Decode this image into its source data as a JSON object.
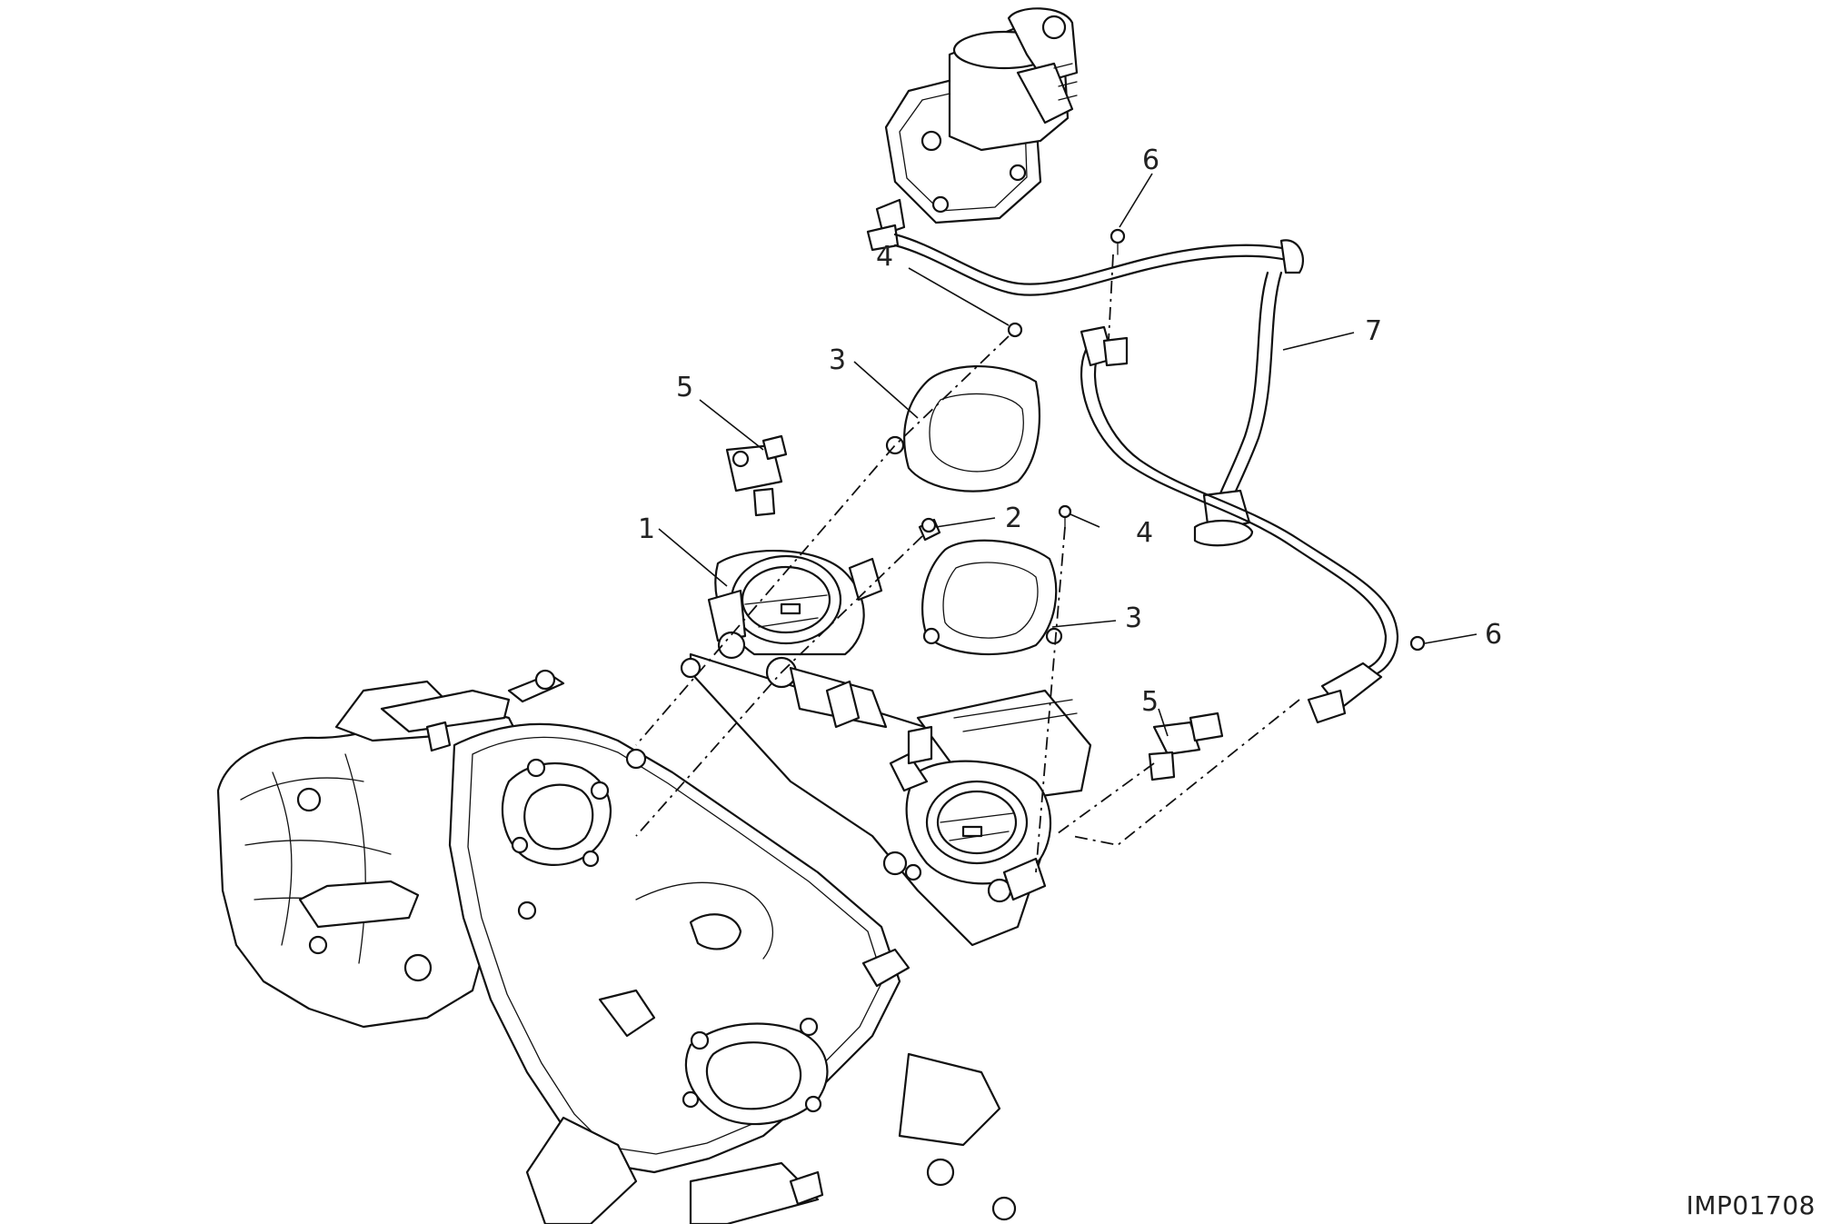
{
  "drawing_code": "IMP01708",
  "callouts": [
    {
      "id": "c1",
      "label": "1"
    },
    {
      "id": "c2",
      "label": "2"
    },
    {
      "id": "c3a",
      "label": "3"
    },
    {
      "id": "c3b",
      "label": "3"
    },
    {
      "id": "c4a",
      "label": "4"
    },
    {
      "id": "c4b",
      "label": "4"
    },
    {
      "id": "c5a",
      "label": "5"
    },
    {
      "id": "c5b",
      "label": "5"
    },
    {
      "id": "c6a",
      "label": "6"
    },
    {
      "id": "c6b",
      "label": "6"
    },
    {
      "id": "c7",
      "label": "7"
    }
  ]
}
